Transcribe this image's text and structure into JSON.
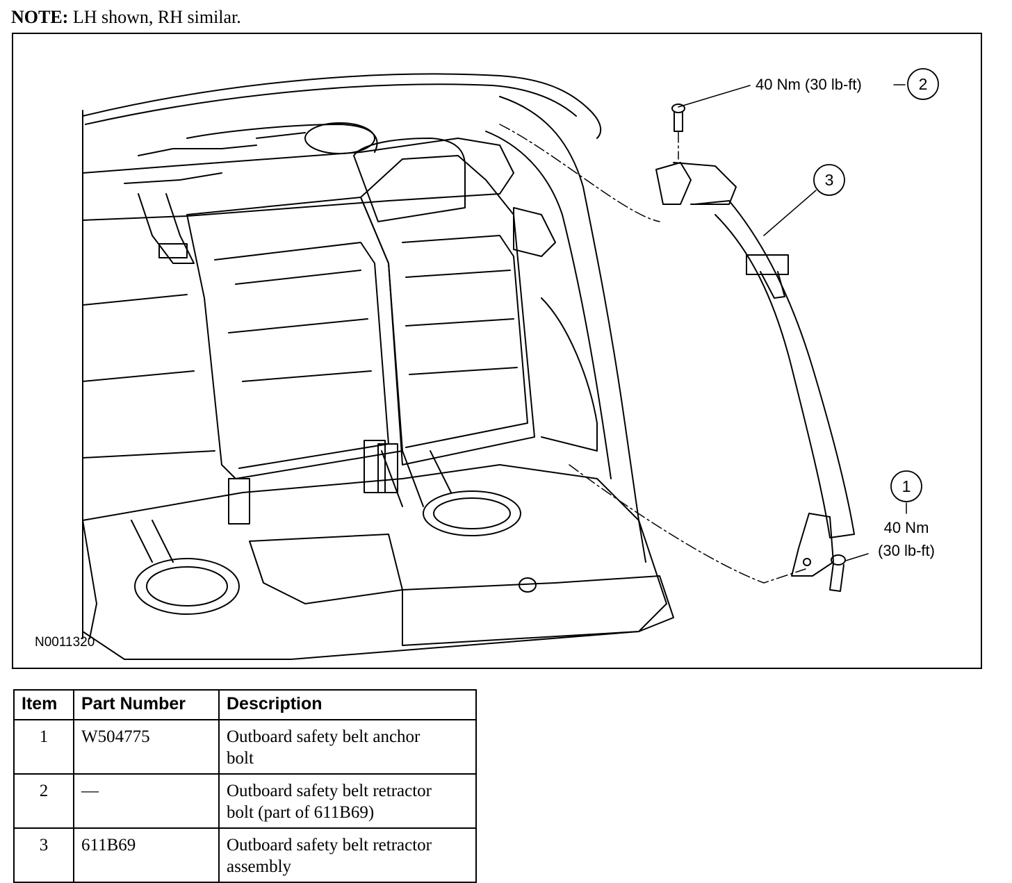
{
  "note": {
    "label": "NOTE:",
    "text": "LH shown, RH similar."
  },
  "figure": {
    "id": "N0011320",
    "callouts": [
      {
        "number": "1",
        "torque_nm": "40 Nm",
        "torque_lbft": "(30 lb-ft)"
      },
      {
        "number": "2",
        "torque": "40 Nm (30 lb-ft)"
      },
      {
        "number": "3"
      }
    ]
  },
  "table": {
    "headers": {
      "item": "Item",
      "part_number": "Part Number",
      "description": "Description"
    },
    "rows": [
      {
        "item": "1",
        "part_number": "W504775",
        "description_1": "Outboard safety belt anchor",
        "description_2": "bolt"
      },
      {
        "item": "2",
        "part_number": "—",
        "description_1": "Outboard safety belt retractor",
        "description_2": "bolt (part of 611B69)"
      },
      {
        "item": "3",
        "part_number": "611B69",
        "description_1": "Outboard safety belt retractor",
        "description_2": "assembly"
      }
    ]
  }
}
